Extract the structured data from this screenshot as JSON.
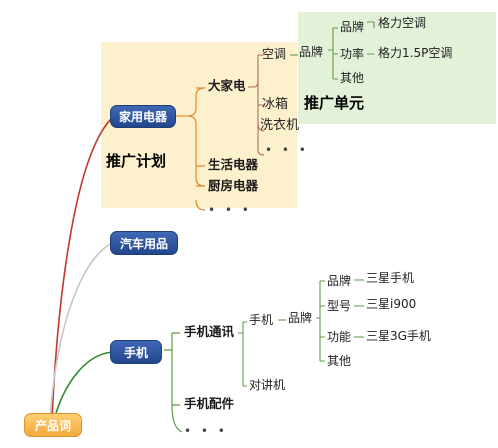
{
  "root": {
    "label": "产品词"
  },
  "branches": {
    "appliance": {
      "label": "家用电器",
      "major": {
        "label": "大家电",
        "ac": {
          "label": "空调",
          "brand_label": "品牌",
          "attrs": [
            {
              "label": "品牌",
              "value": "格力空调"
            },
            {
              "label": "功率",
              "value": "格力1.5P空调"
            },
            {
              "label": "其他",
              "value": ""
            }
          ]
        },
        "fridge": "冰箱",
        "washer": "洗衣机",
        "more": "• • •"
      },
      "living": "生活电器",
      "kitchen": "厨房电器",
      "more": "• • •"
    },
    "car": {
      "label": "汽车用品"
    },
    "phone": {
      "label": "手机",
      "comm": {
        "label": "手机通讯",
        "mobile": {
          "label": "手机",
          "brand_label": "品牌",
          "attrs": [
            {
              "label": "品牌",
              "value": "三星手机"
            },
            {
              "label": "型号",
              "value": "三星i900"
            },
            {
              "label": "功能",
              "value": "三星3G手机"
            },
            {
              "label": "其他",
              "value": ""
            }
          ]
        },
        "walkie": "对讲机"
      },
      "accessories": "手机配件",
      "more": "• • •"
    }
  },
  "annotations": {
    "plan": "推广计划",
    "unit": "推广单元"
  },
  "colors": {
    "plan_bg": "#fdf0cc",
    "unit_bg": "#e3f1d9",
    "red_branch": "#c0392b",
    "gray_branch": "#c8c8c8",
    "green_branch": "#2e8b2e",
    "orange_line": "#e08b2c",
    "brown_line": "#b36d5a",
    "green_line": "#6b9b4a"
  }
}
